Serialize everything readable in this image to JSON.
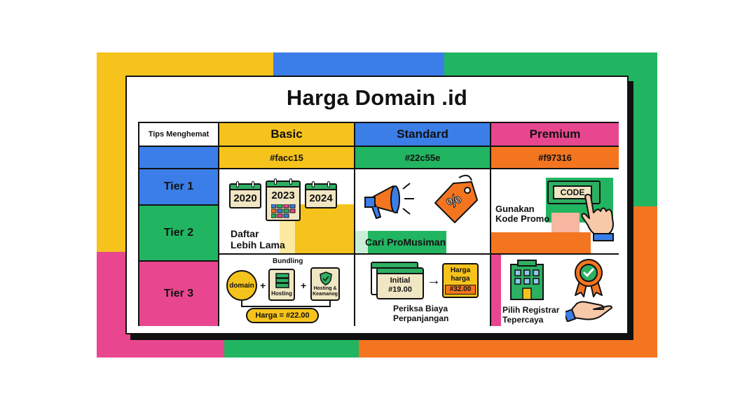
{
  "title": "Harga Domain .id",
  "header": {
    "tips": "Tips Menghemat",
    "basic": "Basic",
    "standard": "Standard",
    "premium": "Premium"
  },
  "hex": {
    "basic": "#facc15",
    "standard": "#22c55e",
    "premium": "#f97316"
  },
  "tiers": [
    "Tier 1",
    "Tier 2",
    "Tier 3"
  ],
  "basic_tips": {
    "years": [
      "2020",
      "2023",
      "2024"
    ],
    "caption_line1": "Daftar",
    "caption_line2": "Lebih Lama"
  },
  "standard_tips": {
    "caption": "Cari ProMusiman",
    "tag_icon": "%"
  },
  "premium_tips": {
    "code": "CODE",
    "caption_line1": "Gunakan",
    "caption_line2": "Kode Promo"
  },
  "bundling": {
    "label": "Bundling",
    "domain": "domain",
    "hosting": "Hosting",
    "security_line1": "Hosting &",
    "security_line2": "Keamanog",
    "plus": "+",
    "price": "Harga = #22.00"
  },
  "renewal": {
    "initial_line1": "Initial",
    "initial_line2": "#19.00",
    "arrow": "→",
    "renew_line1": "Harga",
    "renew_line2": "harga",
    "renew_price": "#32.00",
    "caption_line1": "Periksa Biaya",
    "caption_line2": "Perpanjangan"
  },
  "registrar": {
    "caption_line1": "Pilih Registrar",
    "caption_line2": "Tepercaya"
  },
  "colors": {
    "yellow": "#f6c31c",
    "blue": "#3b7ee8",
    "green": "#22b561",
    "orange": "#f47520",
    "pink": "#e8478f"
  }
}
